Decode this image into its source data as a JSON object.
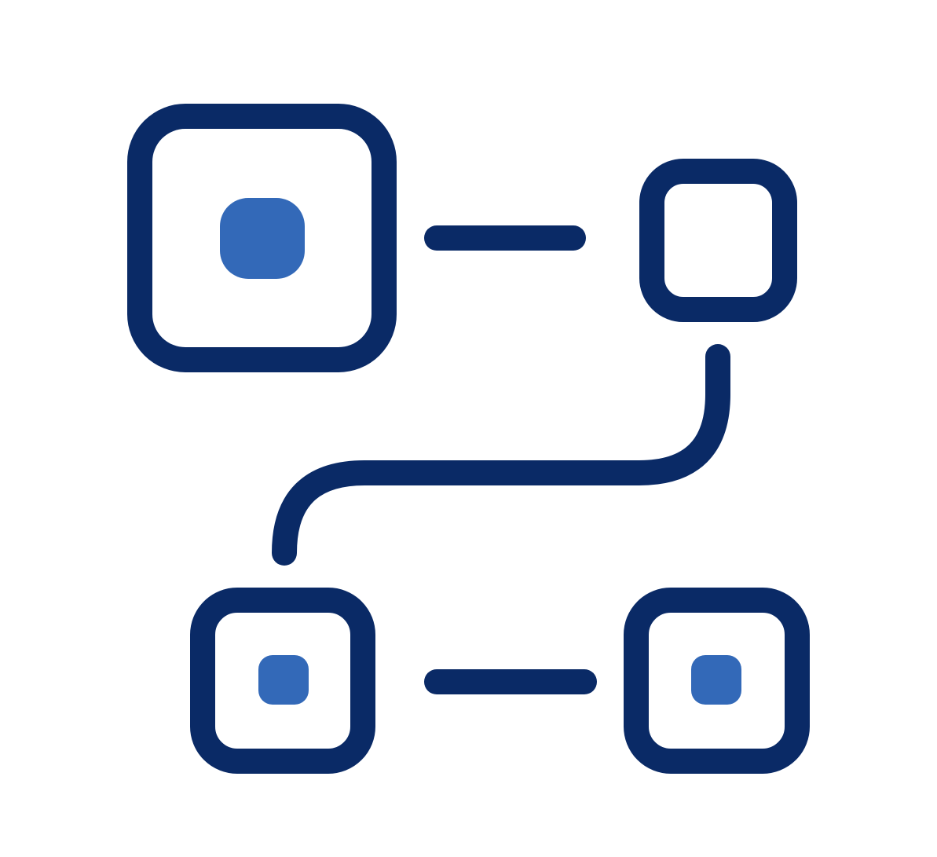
{
  "icon": {
    "name": "workflow-diagram-icon",
    "colors": {
      "outline": "#0a2a66",
      "fill": "#3369b8",
      "background": "#ffffff"
    },
    "nodes": [
      {
        "name": "node-top-left",
        "filled_center": true
      },
      {
        "name": "node-top-right",
        "filled_center": false
      },
      {
        "name": "node-bottom-left",
        "filled_center": true
      },
      {
        "name": "node-bottom-right",
        "filled_center": true
      }
    ]
  }
}
